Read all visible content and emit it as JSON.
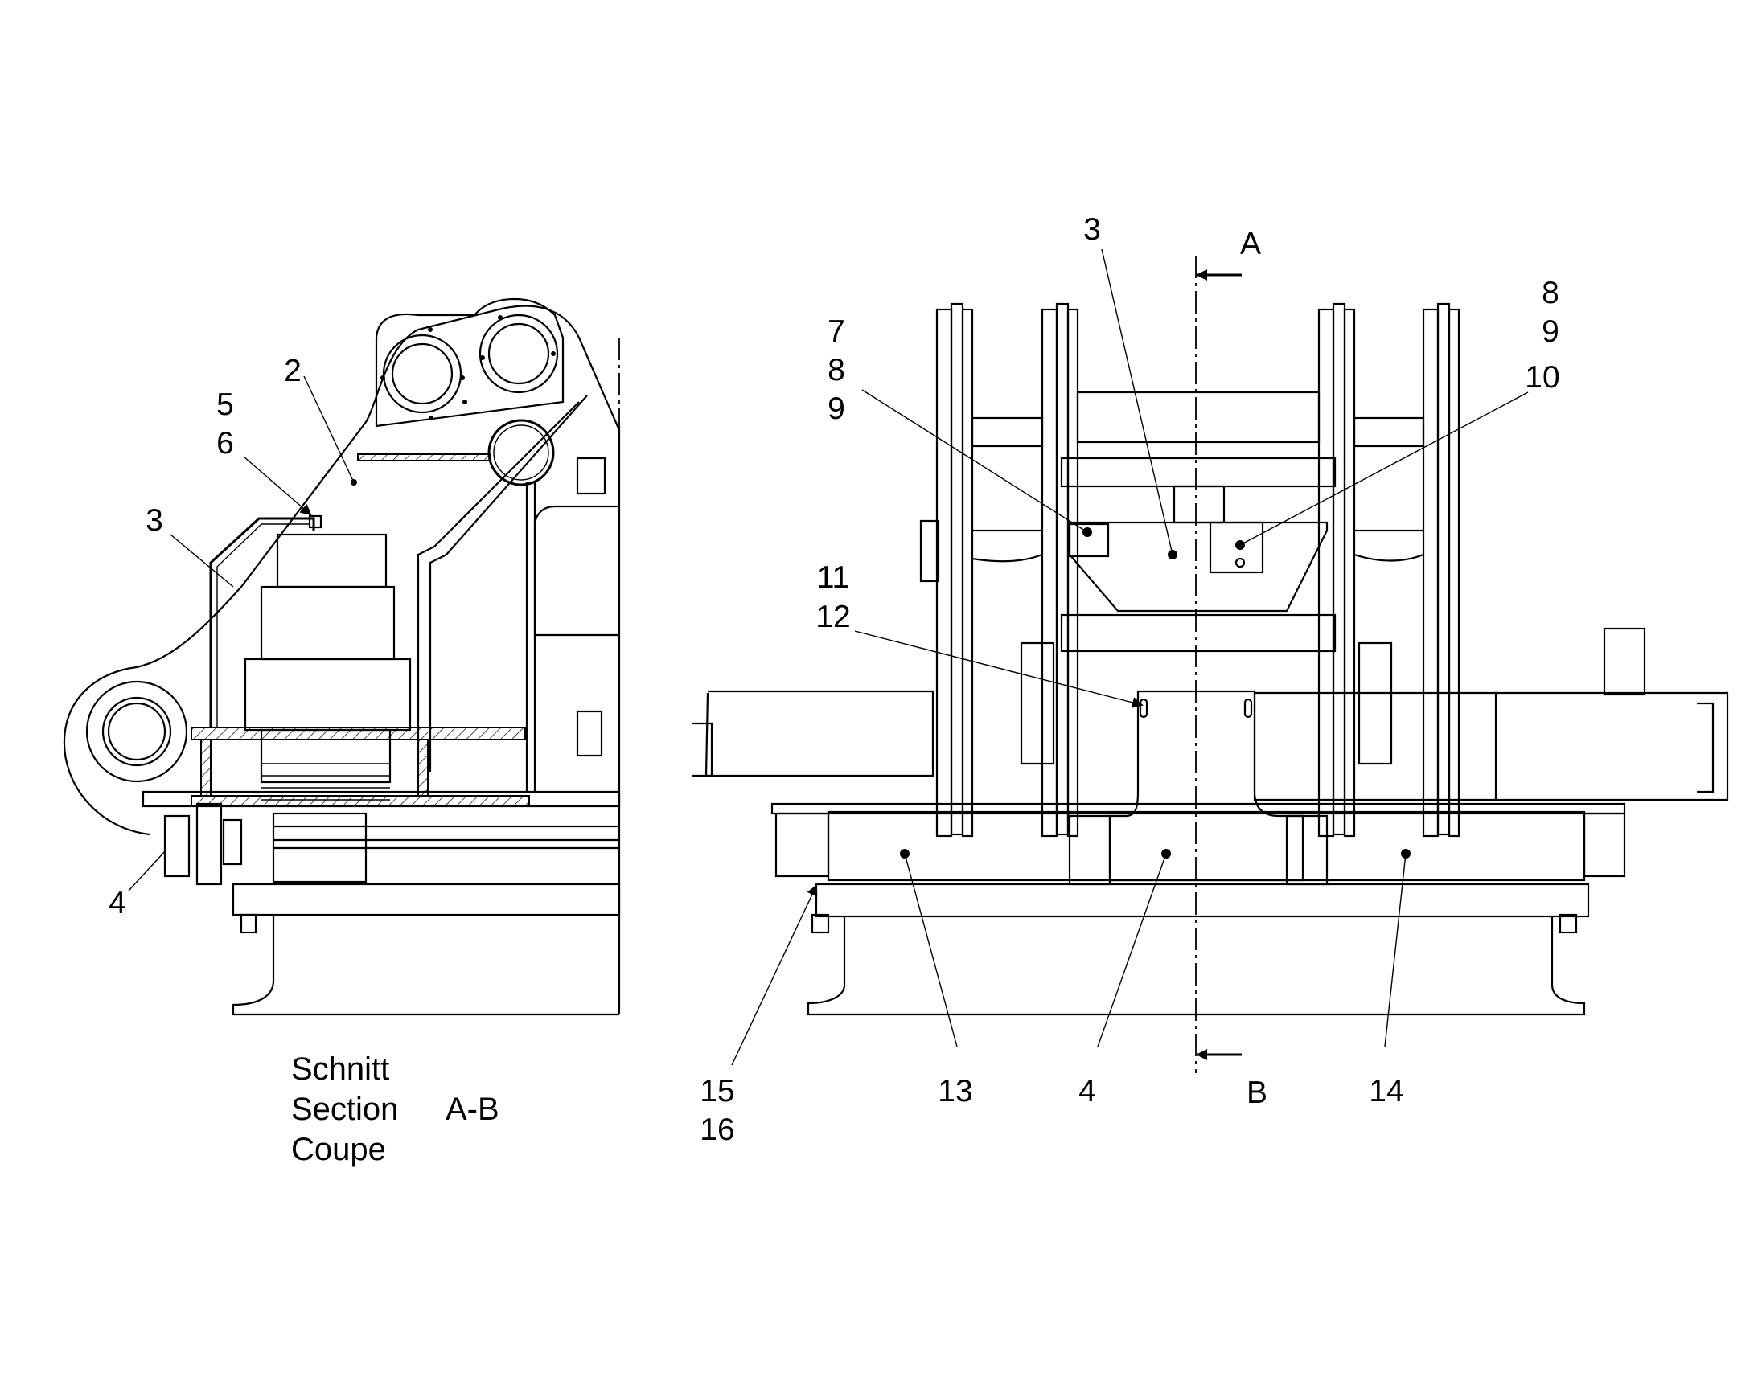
{
  "section_view": {
    "title_lines": [
      "Schnitt",
      "Section",
      "Coupe"
    ],
    "section_id": "A-B",
    "callouts": [
      "2",
      "5",
      "6",
      "3",
      "4"
    ]
  },
  "front_view": {
    "section_marks": {
      "top": "A",
      "bottom": "B"
    },
    "callouts": {
      "c3": "3",
      "c7": "7",
      "c8l": "8",
      "c9l": "9",
      "c8r": "8",
      "c9r": "9",
      "c10": "10",
      "c11": "11",
      "c12": "12",
      "c15": "15",
      "c16": "16",
      "c13": "13",
      "c4": "4",
      "c14": "14"
    }
  },
  "colors": {
    "line": "#000000",
    "background": "#ffffff"
  }
}
